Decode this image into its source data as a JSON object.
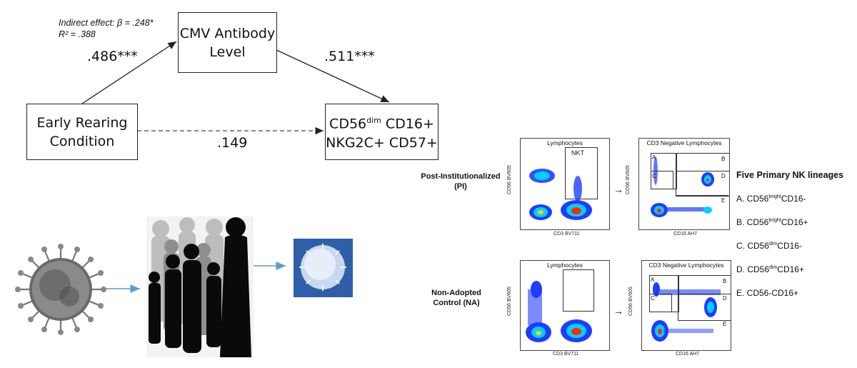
{
  "diagram": {
    "note_line1": "Indirect effect: β = .248*",
    "note_line2": "R² = .388",
    "mediator_line1": "CMV Antibody",
    "mediator_line2": "Level",
    "predictor_line1": "Early Rearing",
    "predictor_line2": "Condition",
    "outcome_prefix": "CD56",
    "outcome_sup": "dim",
    "outcome_rest": " CD16+",
    "outcome_line2": "NKG2C+ CD57+",
    "coef_a": ".486***",
    "coef_b": ".511***",
    "coef_c": ".149"
  },
  "flow": {
    "pi_line1": "Post-Institutionalized",
    "pi_line2": "(PI)",
    "na_line1": "Non-Adopted",
    "na_line2": "Control (NA)",
    "lymph_title": "Lymphocytes",
    "cd3neg_title": "CD3 Negative Lymphocytes",
    "y_axis": "CD56 BV605",
    "x_axis_cd3": "CD3 BV711",
    "x_axis_cd16": "CD16 AH7",
    "nkt_label": "NKT",
    "gate_A": "A",
    "gate_B": "B",
    "gate_C": "C",
    "gate_D": "D",
    "gate_E": "E",
    "arrow": "→"
  },
  "lineages": {
    "title": "Five Primary NK lineages",
    "items": [
      {
        "prefix": "A. CD56",
        "sup": "bright",
        "suffix": "CD16-"
      },
      {
        "prefix": "B. CD56",
        "sup": "bright",
        "suffix": "CD16+"
      },
      {
        "prefix": "C. CD56",
        "sup": "dim",
        "suffix": "CD16-"
      },
      {
        "prefix": "D. CD56",
        "sup": "dim",
        "suffix": "CD16+"
      },
      {
        "prefix": "E. CD56-CD16+",
        "sup": "",
        "suffix": ""
      }
    ]
  },
  "colors": {
    "arrow_blue": "#5b9bd5",
    "density_low": "#1f3dff",
    "density_mid": "#00d0ff",
    "density_high": "#ff2a00",
    "cell_bg": "#2f5fa8"
  },
  "icons": [
    "virus-icon",
    "family-silhouette-icon",
    "nk-cell-icon"
  ]
}
